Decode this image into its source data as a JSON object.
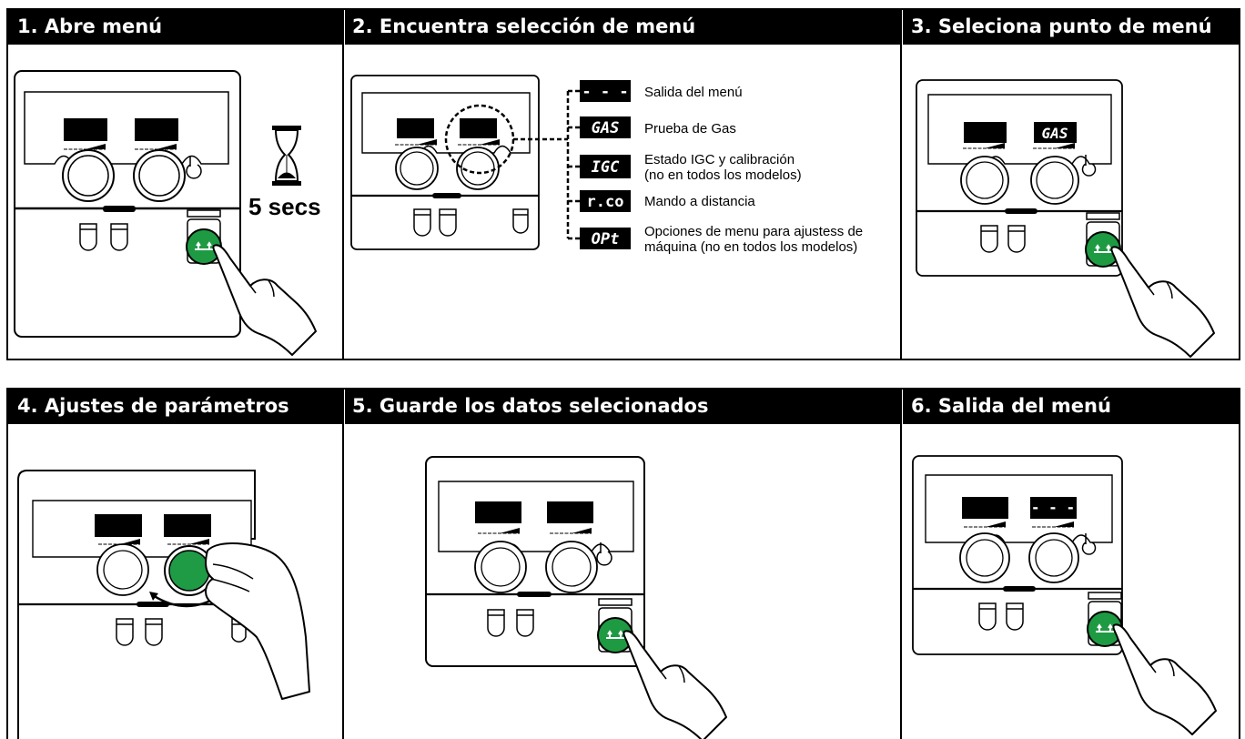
{
  "steps": [
    {
      "num": "1.",
      "title": "Abre menú"
    },
    {
      "num": "2.",
      "title": "Encuentra selección de menú"
    },
    {
      "num": "3.",
      "title": "Seleciona punto de menú"
    },
    {
      "num": "4.",
      "title": "Ajustes de parámetros"
    },
    {
      "num": "5.",
      "title": "Guarde los datos selecionados"
    },
    {
      "num": "6.",
      "title": "Salida del menú"
    }
  ],
  "timer_label": "5 secs",
  "menu_items": [
    {
      "code": "- - -",
      "label": "Salida del menú"
    },
    {
      "code": "GAS",
      "label": "Prueba de Gas"
    },
    {
      "code": "IGC",
      "label": "Estado IGC y calibración\n(no en todos los modelos)"
    },
    {
      "code": "r.co",
      "label": "Mando a distancia"
    },
    {
      "code": "OPt",
      "label": "Opciones de menu para ajustess de\nmáquina (no en todos los modelos)"
    }
  ],
  "display_step3": "GAS",
  "display_step6": "- - -",
  "colors": {
    "header_bg": "#000000",
    "header_text": "#ffffff",
    "button_green": "#1e9a43",
    "knob_green": "#1f9a45"
  }
}
